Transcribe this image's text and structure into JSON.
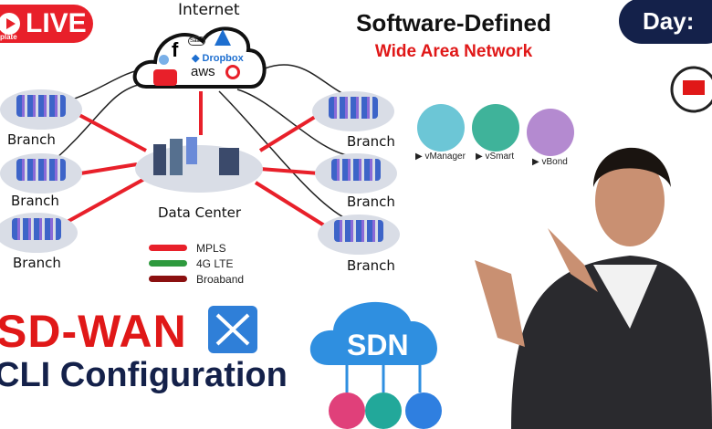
{
  "live_badge": {
    "label": "LIVE",
    "sub": "plate"
  },
  "internet": {
    "label": "Internet",
    "services": [
      "f",
      "SaaS",
      "Dropbox",
      "aws"
    ],
    "icons": [
      "facebook-icon",
      "saas-icon",
      "azure-icon",
      "dropbox-icon",
      "globe-icon",
      "youtube-icon",
      "aws-icon",
      "search-icon"
    ]
  },
  "header": {
    "title": "Software-Defined",
    "subtitle": "Wide Area Network",
    "day_label": "Day:"
  },
  "diagram": {
    "branches_left": [
      "Branch",
      "Branch",
      "Branch"
    ],
    "branches_right": [
      "Branch",
      "Branch",
      "Branch"
    ],
    "data_center": "Data Center",
    "legend": [
      {
        "label": "MPLS",
        "color": "#e8202a"
      },
      {
        "label": "4G LTE",
        "color": "#2e9a3e"
      },
      {
        "label": "Broaband",
        "color": "#8b1010"
      }
    ]
  },
  "controllers": [
    {
      "label": "vManager",
      "color": "#6cc6d6"
    },
    {
      "label": "vSmart",
      "color": "#3fb39a"
    },
    {
      "label": "vBond",
      "color": "#b48ad0"
    }
  ],
  "banner": {
    "line1": "SD-WAN",
    "line2": "CLI Configuration"
  },
  "sdn": {
    "label": "SDN"
  },
  "colors": {
    "red": "#e01818",
    "navy": "#14214a"
  }
}
